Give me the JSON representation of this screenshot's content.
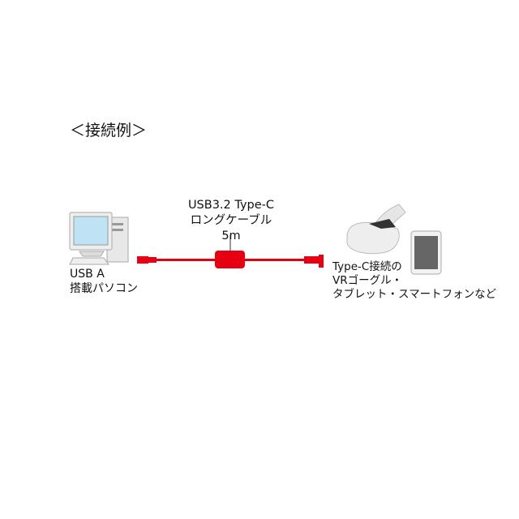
{
  "title": "＜接続例＞",
  "cable": {
    "line1": "USB3.2 Type-C",
    "line2": "ロングケーブル",
    "line3": "5m",
    "color": "#e60012"
  },
  "pc": {
    "line1": "USB A",
    "line2": "搭載パソコン"
  },
  "devices": {
    "line1": "Type-C接続の",
    "line2": "VRゴーグル・",
    "line3": "タブレット・スマートフォンなど"
  }
}
